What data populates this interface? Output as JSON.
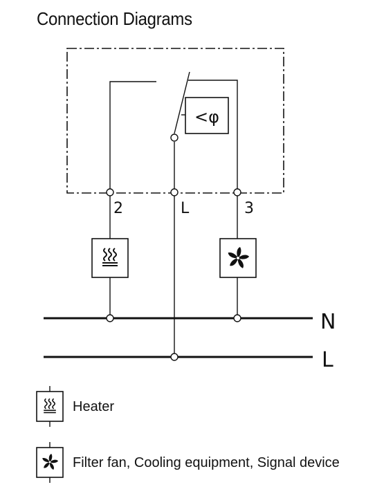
{
  "title": "Connection Diagrams",
  "diagram": {
    "sensor_symbol": "<φ",
    "terminals": {
      "t2": "2",
      "tL": "L",
      "t3": "3"
    },
    "rails": {
      "neutral": "N",
      "live": "L"
    },
    "devices": {
      "heater_icon": "heater-icon",
      "fan_icon": "fan-icon"
    }
  },
  "legend": [
    {
      "icon": "heater-icon",
      "label": "Heater"
    },
    {
      "icon": "fan-icon",
      "label": "Filter fan, Cooling equipment, Signal device"
    }
  ],
  "colors": {
    "line": "#111111",
    "background": "#ffffff"
  }
}
